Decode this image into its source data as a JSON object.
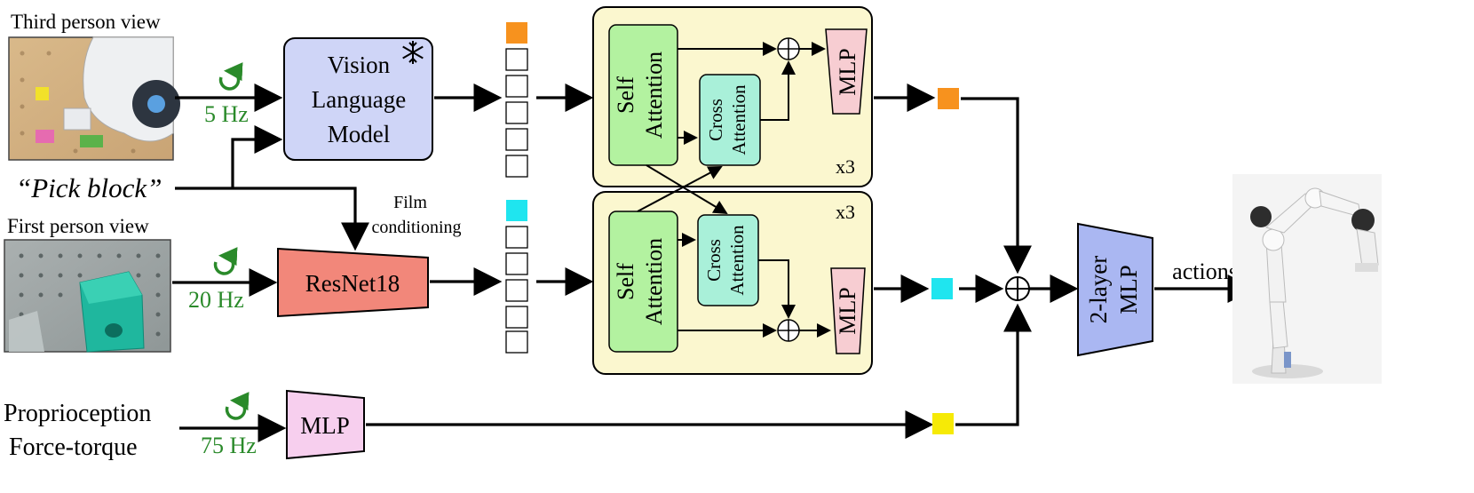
{
  "inputs": {
    "third_person_label": "Third person view",
    "first_person_label": "First person view",
    "instruction": "“Pick block”",
    "proprio_line1": "Proprioception",
    "proprio_line2": "Force-torque"
  },
  "rates": {
    "vlm": "5 Hz",
    "resnet": "20 Hz",
    "proprio": "75 Hz"
  },
  "modules": {
    "vlm_line1": "Vision",
    "vlm_line2": "Language",
    "vlm_line3": "Model",
    "resnet": "ResNet18",
    "mlp": "MLP",
    "final_mlp_line1": "2-layer",
    "final_mlp_line2": "MLP"
  },
  "film": {
    "line1": "Film",
    "line2": "conditioning"
  },
  "transformer": {
    "self_attn_line1": "Self",
    "self_attn_line2": "Attention",
    "cross_attn_line1": "Cross",
    "cross_attn_line2": "Attention",
    "mlp": "MLP",
    "repeat": "x3"
  },
  "output": {
    "actions": "actions"
  },
  "colors": {
    "vlm_fill": "#cfd5f7",
    "resnet_fill": "#f2877a",
    "mlp_fill": "#f7cfee",
    "final_mlp_fill": "#aab7f2",
    "transformer_bg": "#fbf7cf",
    "self_attn_fill": "#b3f2a0",
    "cross_attn_fill": "#a9f0d9",
    "inner_mlp_fill": "#f7cdd2",
    "token_orange": "#f7921e",
    "token_cyan": "#1fe5ef",
    "token_yellow": "#f6ea06",
    "rate_green": "#2a8a2a",
    "third_person_red": "#e0357a",
    "first_person_blue": "#2f7de8"
  }
}
